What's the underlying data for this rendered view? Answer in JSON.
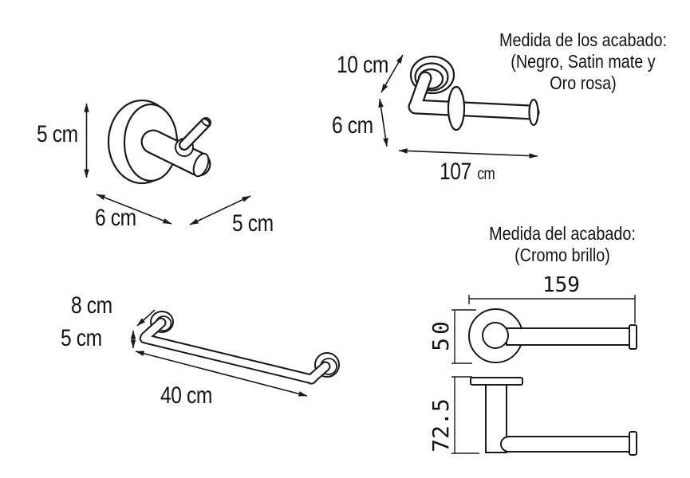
{
  "hook": {
    "height": "5 cm",
    "width": "6 cm",
    "depth": "5 cm"
  },
  "paper_holder": {
    "height": "10 cm",
    "depth": "6 cm",
    "length_value": "107",
    "length_unit": "cm",
    "finish_note": {
      "line1": "Medida de los acabado:",
      "line2": "(Negro, Satin mate y",
      "line3": "Oro rosa)"
    }
  },
  "towel_bar": {
    "depth": "8 cm",
    "height": "5 cm",
    "length": "40 cm"
  },
  "chrome_views": {
    "note": {
      "line1": "Medida del acabado:",
      "line2": "(Cromo brillo)"
    },
    "width": "159",
    "height": "50",
    "depth": "72.5"
  },
  "colors": {
    "line": "#1a1a1a",
    "background": "#ffffff"
  }
}
